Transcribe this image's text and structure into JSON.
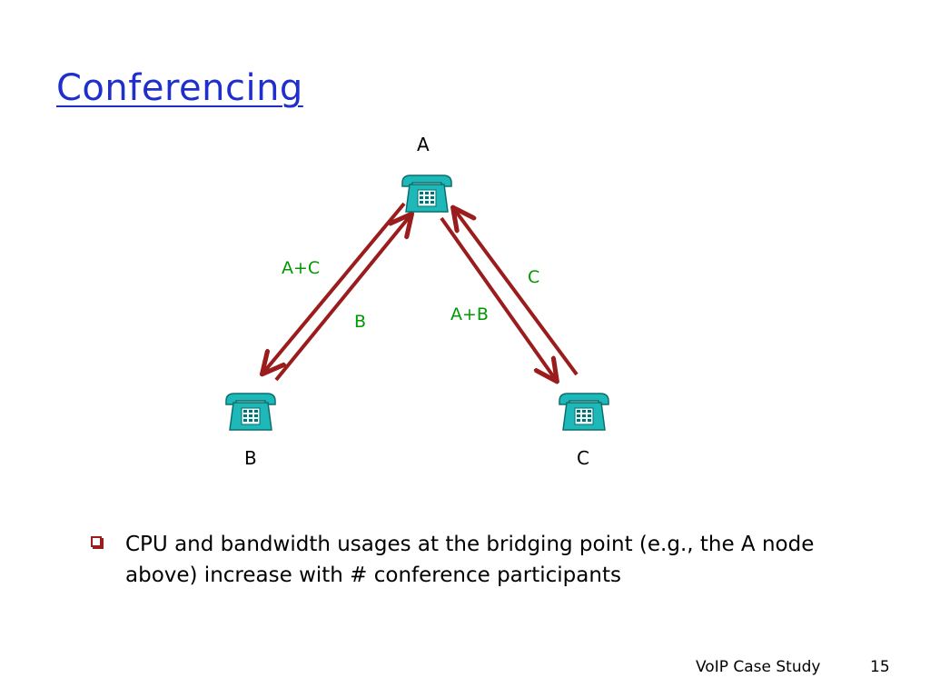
{
  "slide": {
    "title": "Conferencing",
    "nodes": {
      "a": "A",
      "b": "B",
      "c": "C"
    },
    "edge_labels": {
      "a_to_b": "A+C",
      "b_to_a": "B",
      "a_to_c": "A+B",
      "c_to_a": "C"
    },
    "bullet": "CPU and bandwidth usages at the bridging point (e.g., the A node above) increase with # conference participants",
    "footer": {
      "course": "VoIP Case Study",
      "page_number": "15"
    }
  },
  "colors": {
    "title": "#1f2fcc",
    "arrow": "#9b1c1c",
    "edge_label": "#009900",
    "phone_body": "#1fb8b8",
    "bullet_marker": "#9b1c1c"
  },
  "icons": {
    "phone": "telephone-icon",
    "bullet": "square-bullet-icon"
  }
}
